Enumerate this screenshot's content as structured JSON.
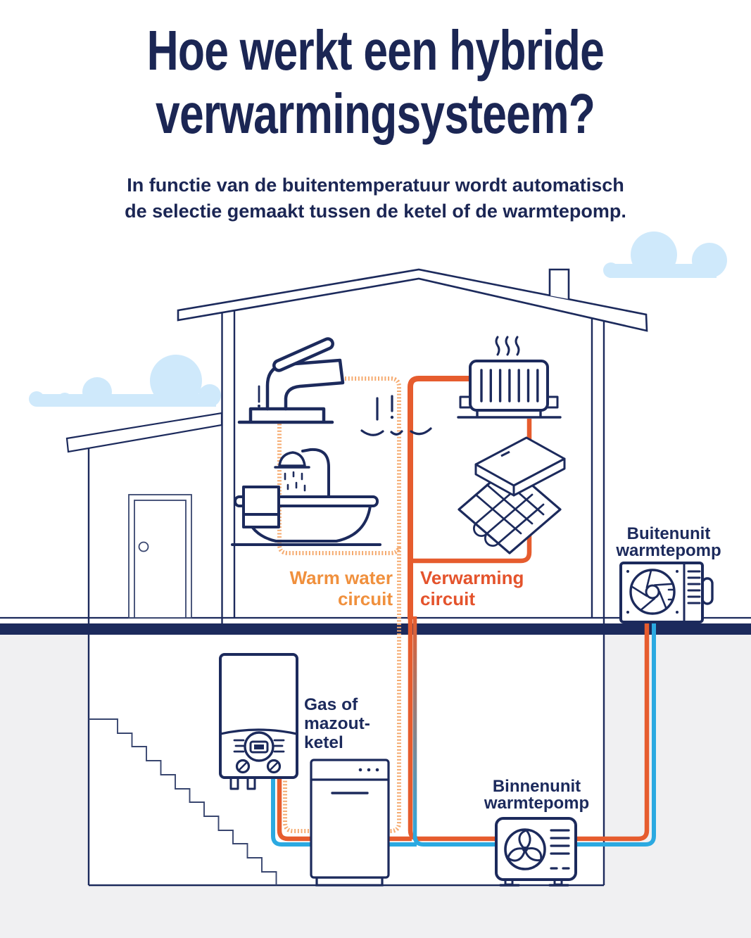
{
  "title": {
    "line1": "Hoe werkt een hybride",
    "line2": "verwarmingsysteem?"
  },
  "subtitle": {
    "line1": "In functie van de buitentemperatuur wordt automatisch",
    "line2": "de selectie gemaakt tussen de ketel of de warmtepomp."
  },
  "labels": {
    "warm_water_circuit": {
      "line1": "Warm water",
      "line2": "circuit"
    },
    "verwarming_circuit": {
      "line1": "Verwarming",
      "line2": "circuit"
    },
    "buitenunit": {
      "line1": "Buitenunit",
      "line2": "warmtepomp"
    },
    "binnenunit": {
      "line1": "Binnenunit",
      "line2": "warmtepomp"
    },
    "ketel": {
      "line1": "Gas of",
      "line2": "mazout-",
      "line3": "ketel"
    }
  },
  "colors": {
    "navy": "#1C2A5C",
    "title_navy": "#1B2654",
    "heating_circuit_orange": "#E65C2E",
    "verwarming_label_orange": "#E4532C",
    "warm_water_dotted_orange": "#F5AB70",
    "warm_water_label_orange": "#F0903D",
    "heat_pump_blue": "#2BA9E1",
    "cloud_blue": "#CFE9FB",
    "underground_gray": "#F0F0F2"
  },
  "icons": {
    "faucet": "tap with running warm water",
    "bathtub": "bathtub with shower",
    "radiator": "radiator with heat waves",
    "floor_heating": "underfloor heating coil tile",
    "boiler": "wall-mounted gas or oil boiler",
    "storage_tank": "hot water storage unit",
    "indoor_unit": "indoor heat pump unit with fan",
    "outdoor_unit": "outdoor heat pump unit with fan",
    "house": "house cross-section with roof and chimney",
    "stairs": "basement stairs",
    "door": "front door",
    "clouds": "clouds"
  }
}
